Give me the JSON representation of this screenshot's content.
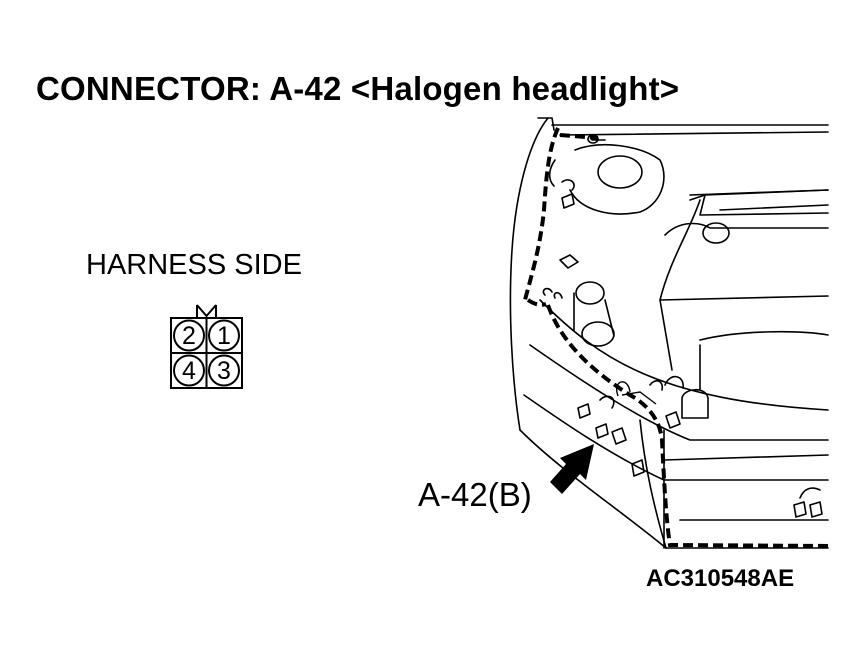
{
  "title": "CONNECTOR: A-42 <Halogen headlight>",
  "harness_label": "HARNESS SIDE",
  "connector": {
    "pins": [
      "2",
      "1",
      "4",
      "3"
    ]
  },
  "callout_label": "A-42(B)",
  "figure_id": "AC310548AE"
}
